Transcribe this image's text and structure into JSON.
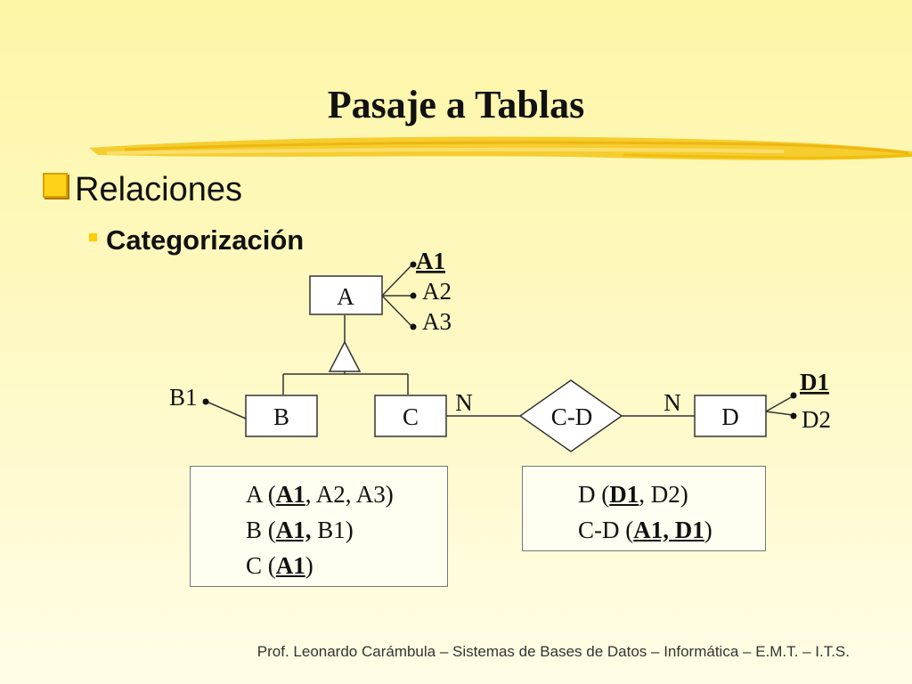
{
  "title": "Pasaje a Tablas",
  "bullet_level1": "Relaciones",
  "bullet_level2": "Categorización",
  "colors": {
    "bullet_box": "#ffd21a",
    "bullet_square": "#ffcc00",
    "brush_stroke": "#f5c518"
  },
  "diagram": {
    "entities": {
      "a": "A",
      "b": "B",
      "c": "C",
      "d": "D"
    },
    "relationship": "C-D",
    "cardinality_left": "N",
    "cardinality_right": "N",
    "attributes_a": {
      "key": "A1",
      "a2": "A2",
      "a3": "A3"
    },
    "attribute_b": "B1",
    "attributes_d": {
      "key": "D1",
      "d2": "D2"
    }
  },
  "table_left": [
    {
      "name": "A (",
      "key": "A1",
      "rest": ", A2, A3)"
    },
    {
      "name": "B (",
      "key": "A1,",
      "rest": " B1)"
    },
    {
      "name": "C (",
      "key": "A1",
      "rest": ")"
    }
  ],
  "table_right": [
    {
      "name": "D (",
      "key": "D1",
      "rest": ", D2)"
    },
    {
      "name": "C-D (",
      "key": "A1, D1",
      "rest": ")"
    }
  ],
  "footer": "Prof. Leonardo Carámbula – Sistemas de Bases de Datos – Informática – E.M.T. – I.T.S."
}
